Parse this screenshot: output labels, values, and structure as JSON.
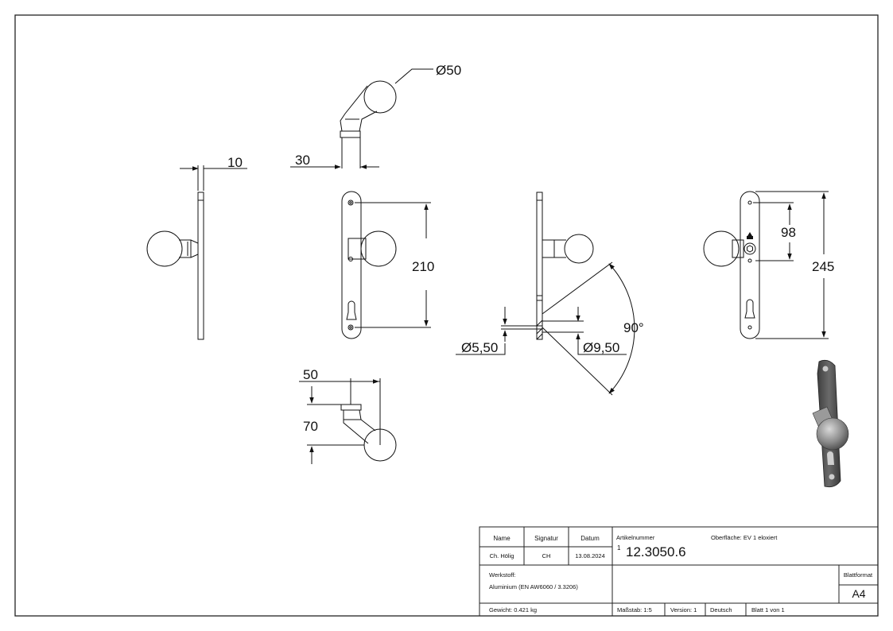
{
  "dimensions": {
    "diameter_ball": "50",
    "plate_thickness": "10",
    "neck_offset": "30",
    "hole_spacing": "210",
    "overall_length": "245",
    "lock_spacing": "98",
    "bore_small": "5,50",
    "bore_large": "9,50",
    "angle": "90°",
    "side_offset": "50",
    "side_height": "70"
  },
  "title_block": {
    "col_name": "Name",
    "col_signature": "Signatur",
    "col_date": "Datum",
    "name": "Ch. Hölig",
    "signature": "CH",
    "date": "13.08.2024",
    "article_label": "Artikelnummer",
    "surface_label": "Oberfläche:  EV 1 eloxiert",
    "article_index": "1",
    "article_number": "12.3050.6",
    "material_label": "Werkstoff:",
    "material_value": "Aluminium (EN AW6060 / 3.3206)",
    "format_label": "Blattformat",
    "format_value": "A4",
    "weight": "Gewicht: 0.421 kg",
    "scale": "Maßstab: 1:5",
    "version": "Version: 1",
    "language": "Deutsch",
    "sheet": "Blatt 1 von 1"
  }
}
